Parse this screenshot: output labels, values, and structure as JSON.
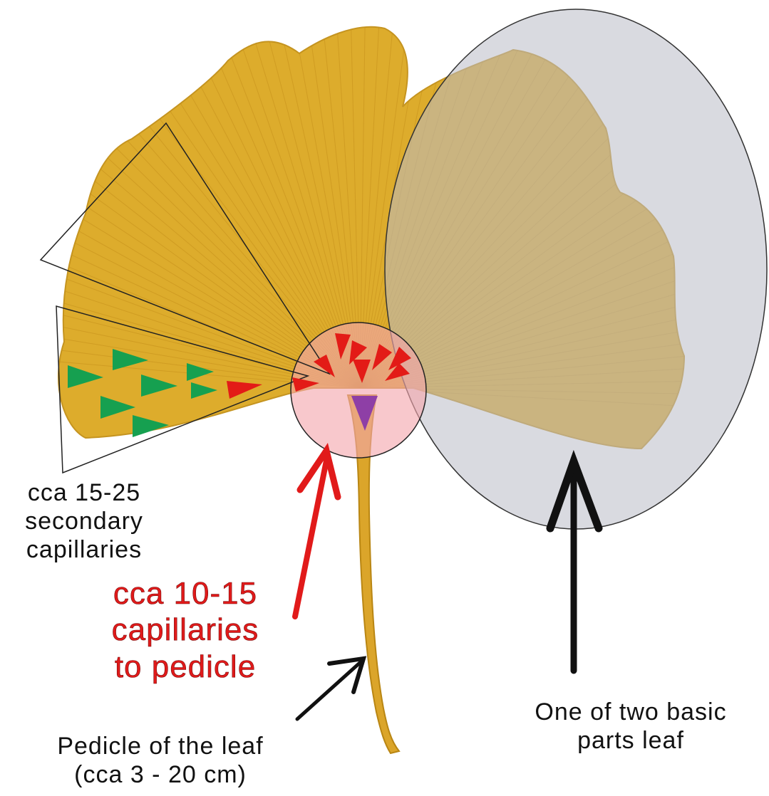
{
  "colors": {
    "leaf_fill": "#ddac2c",
    "leaf_dark": "#b98613",
    "vein": "#c48f1c",
    "right_half_overlay": "#c9cbd3",
    "hub_overlay": "#f4a6ad",
    "primary_arrows": "#e31b17",
    "secondary_arrows": "#16a050",
    "center_arrow": "#8e3fa6",
    "callout_red": "#e11a1a",
    "callout_black": "#111111"
  },
  "labels": {
    "secondary": {
      "line1": "cca 15-25",
      "line2": "secondary",
      "line3": "capillaries"
    },
    "primary": {
      "line1": "cca 10-15",
      "line2": "capillaries",
      "line3": "to pedicle"
    },
    "pedicle": {
      "line1": "Pedicle of the leaf",
      "line2": "(cca 3 - 20 cm)"
    },
    "half": {
      "line1": "One of two basic",
      "line2": "parts leaf"
    }
  }
}
